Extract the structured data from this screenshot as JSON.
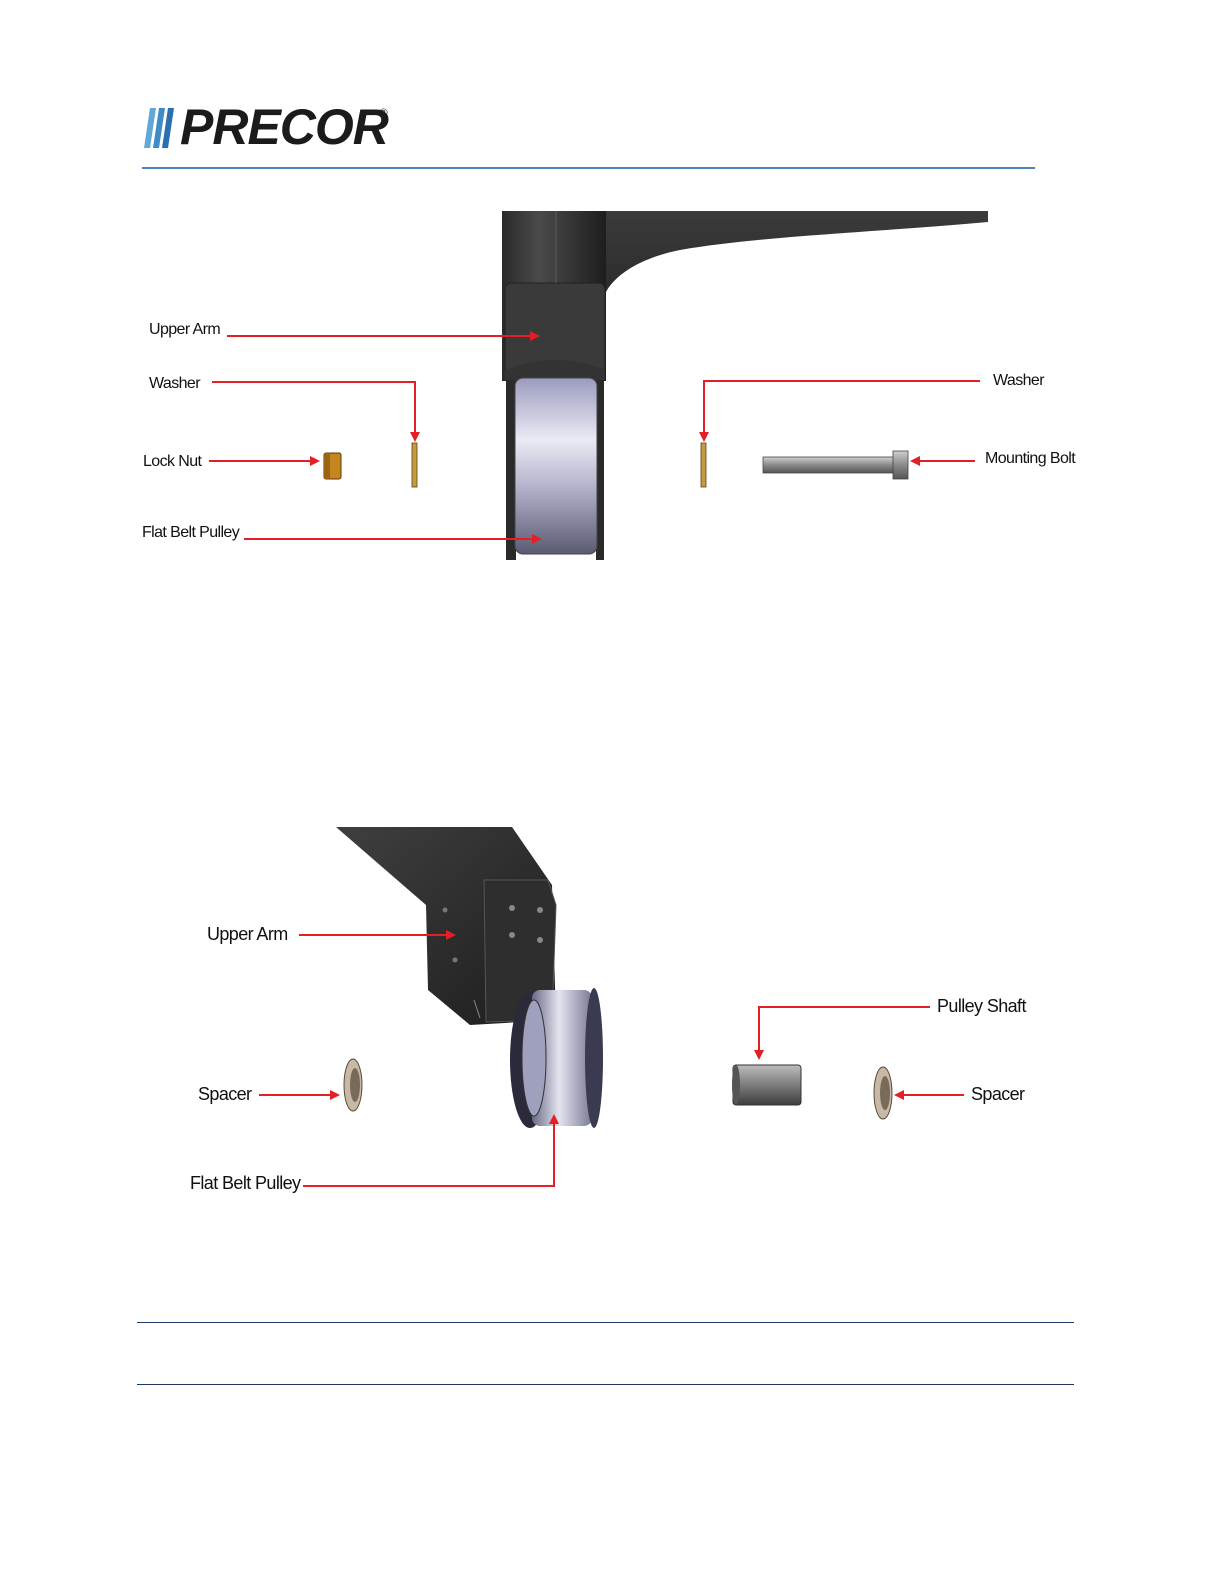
{
  "header": {
    "logo_text": "PRECOR",
    "logo_mark": "®",
    "rule_color": "#4f81bd"
  },
  "figure1": {
    "labels": {
      "upper_arm": "Upper Arm",
      "washer_left": "Washer",
      "lock_nut": "Lock Nut",
      "flat_belt_pulley": "Flat Belt Pulley",
      "washer_right": "Washer",
      "mounting_bolt": "Mounting Bolt"
    }
  },
  "figure2": {
    "labels": {
      "upper_arm": "Upper Arm",
      "spacer_left": "Spacer",
      "flat_belt_pulley": "Flat Belt Pulley",
      "pulley_shaft": "Pulley Shaft",
      "spacer_right": "Spacer"
    }
  },
  "colors": {
    "arrow": "#e31e24",
    "footer_rule": "#1f3864"
  }
}
